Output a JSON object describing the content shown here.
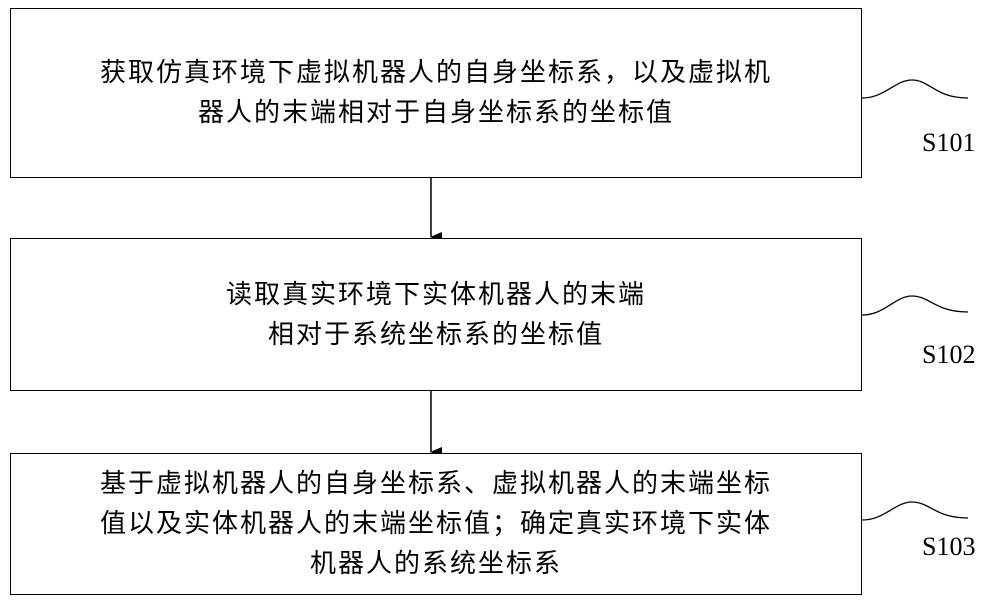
{
  "steps": [
    {
      "label": "S101",
      "text": "获取仿真环境下虚拟机器人的自身坐标系，以及虚拟机\n器人的末端相对于自身坐标系的坐标值"
    },
    {
      "label": "S102",
      "text": "读取真实环境下实体机器人的末端\n相对于系统坐标系的坐标值"
    },
    {
      "label": "S103",
      "text": "基于虚拟机器人的自身坐标系、虚拟机器人的末端坐标\n值以及实体机器人的末端坐标值；确定真实环境下实体\n机器人的系统坐标系"
    }
  ]
}
